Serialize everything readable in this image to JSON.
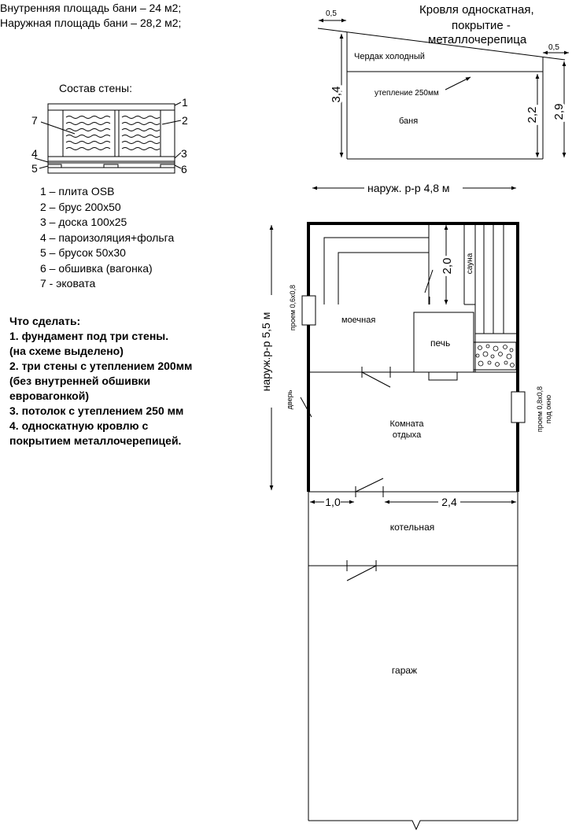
{
  "area": {
    "inner": "Внутренняя площадь бани – 24 м2;",
    "outer": "Наружная площадь бани – 28,2 м2;"
  },
  "wall": {
    "title": "Состав стены:",
    "callouts": [
      "1",
      "2",
      "3",
      "4",
      "5",
      "6",
      "7"
    ],
    "legend": [
      "1 – плита OSB",
      "2 – брус 200х50",
      "3 – доска 100х25",
      "4 – пароизоляция+фольга",
      "5 – брусок 50х30",
      "6 – обшивка (вагонка)",
      "7 - эковата"
    ]
  },
  "todo": {
    "heading": "Что сделать:",
    "lines": [
      "1. фундамент под три стены.",
      "(на схеме выделено)",
      "2. три стены с утеплением 200мм",
      "(без внутренней обшивки",
      "евровагонкой)",
      "3. потолок с утеплением 250 мм",
      "4. односкатную кровлю с",
      "покрытием металлочерепицей."
    ]
  },
  "section": {
    "roof_line1": "Кровля односкатная,",
    "roof_line2": "покрытие -",
    "roof_line3": "металлочерепица",
    "overhang_left": "0,5",
    "overhang_right": "0,5",
    "attic": "Чердак холодный",
    "insulation": "утепление 250мм",
    "bath": "баня",
    "height_total": "3,4",
    "height_room": "2,2",
    "height_right": "2,9",
    "width": "наруж. р-р 4,8 м"
  },
  "plan": {
    "length": "наруж.р-р 5,5 м",
    "window_left": "проем 0,6х0,8",
    "window_right_1": "проем 0,8х0,8",
    "window_right_2": "под окно",
    "door": "дверь",
    "wash": "моечная",
    "stove": "печь",
    "sauna": "сауна",
    "sauna_dim": "2,0",
    "rest_1": "Комната",
    "rest_2": "отдыха",
    "dim_left": "1,0",
    "dim_right": "2,4",
    "boiler": "котельная",
    "garage": "гараж"
  }
}
